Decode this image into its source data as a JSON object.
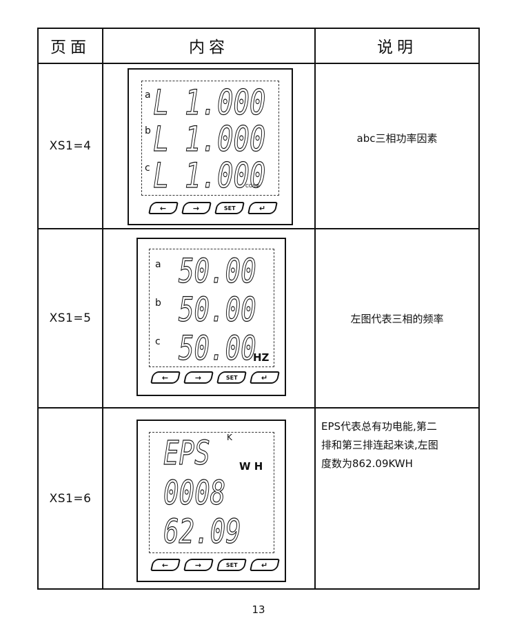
{
  "header": {
    "col_page": "页面",
    "col_content": "内容",
    "col_desc": "说明"
  },
  "rows": [
    {
      "page": "XS1=4",
      "lcd": {
        "ph_a": "a",
        "ph_b": "b",
        "ph_c": "c",
        "mode": "L",
        "line1": "1.000",
        "line2": "1.000",
        "line3": "1.000",
        "unit": "COSΦ"
      },
      "desc": "abc三相功率因素"
    },
    {
      "page": "XS1=5",
      "lcd": {
        "ph_a": "a",
        "ph_b": "b",
        "ph_c": "c",
        "line1": "50.00",
        "line2": "50.00",
        "line3": "50.00",
        "unit": "HZ"
      },
      "desc": "左图代表三相的频率"
    },
    {
      "page": "XS1=6",
      "lcd": {
        "line1": "EPS",
        "k": "K",
        "unit": "W H",
        "line2": "0008",
        "line3": "62.09"
      },
      "desc_lines": [
        "EPS代表总有功电能,第二",
        "排和第三排连起来读,左图",
        "度数为862.09KWH"
      ]
    }
  ],
  "buttons": {
    "left": "←",
    "right": "→",
    "set": "SET",
    "enter": "↵"
  },
  "page_number": "13"
}
